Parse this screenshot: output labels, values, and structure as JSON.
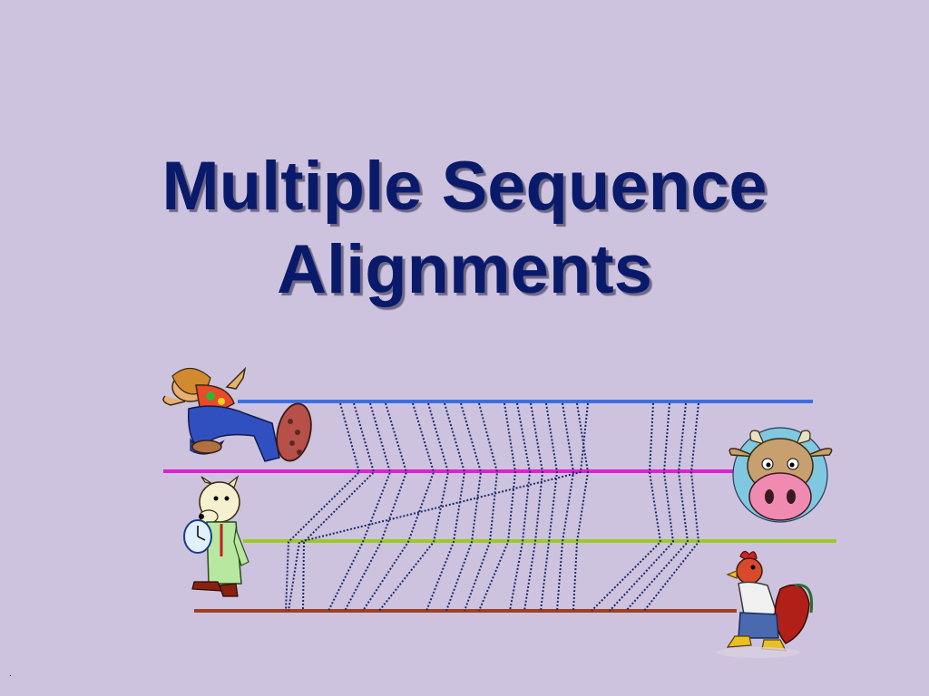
{
  "title": {
    "line1": "Multiple Sequence",
    "line2": "Alignments"
  },
  "footer": {
    "mark": "."
  },
  "colors": {
    "background": "#cdc3df",
    "title": "#0a1a6b",
    "seq1": "#3a6fe8",
    "seq2": "#e020d0",
    "seq3": "#99cc22",
    "seq4": "#a04020",
    "alignment": "#1a2a6a"
  },
  "icons": [
    "hippie-figure",
    "cow-head",
    "dog-with-clock",
    "rooster"
  ]
}
